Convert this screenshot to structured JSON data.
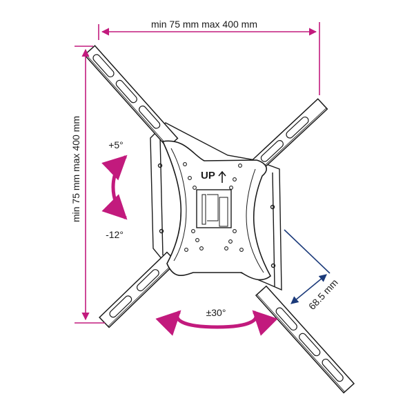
{
  "labels": {
    "width_range": "min 75 mm max 400 mm",
    "height_range": "min 75 mm max 400 mm",
    "tilt_up": "+5°",
    "tilt_down": "-12°",
    "swivel": "±30°",
    "depth": "68.5 mm",
    "up_mark": "UP"
  },
  "colors": {
    "dimension": "#c21a7d",
    "depth": "#1b3a7a",
    "line": "#1a1a1a",
    "part_fill": "#ffffff"
  },
  "icons": [
    "up-arrow-icon",
    "tilt-arrow-icon",
    "swivel-arrow-icon"
  ]
}
